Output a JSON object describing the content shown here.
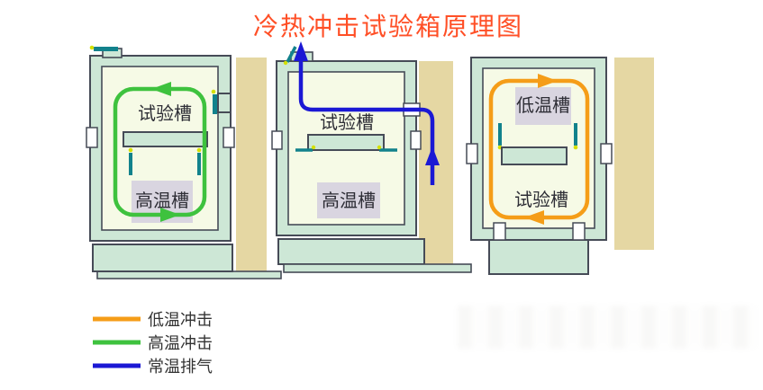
{
  "title": "冷热冲击试验箱原理图",
  "panels": {
    "p1": {
      "top_chamber": "试验槽",
      "bottom_chamber": "高温槽"
    },
    "p2": {
      "top_chamber": "试验槽",
      "bottom_chamber": "高温槽"
    },
    "p3": {
      "top_chamber": "低温槽",
      "bottom_chamber": "试验槽"
    }
  },
  "legend": {
    "items": [
      {
        "label": "低温冲击",
        "color": "#f59d18"
      },
      {
        "label": "高温冲击",
        "color": "#3ec23e"
      },
      {
        "label": "常温排气",
        "color": "#1b18d4"
      }
    ]
  },
  "colors": {
    "title": "#ff4f26",
    "outline": "#464b57",
    "wall_fill": "#cde7d6",
    "cavity_fill": "#f6fae6",
    "duct_fill": "#e5d7a3",
    "label_box_fill": "#d9d5e0",
    "label_text": "#2e2e36",
    "low_temp_shock": "#f59d18",
    "high_temp_shock": "#3ec23e",
    "ambient_exhaust": "#1b18d4",
    "damper_vane": "#12828c",
    "sensor_dot": "#d4e000",
    "legend_text": "#333333"
  }
}
